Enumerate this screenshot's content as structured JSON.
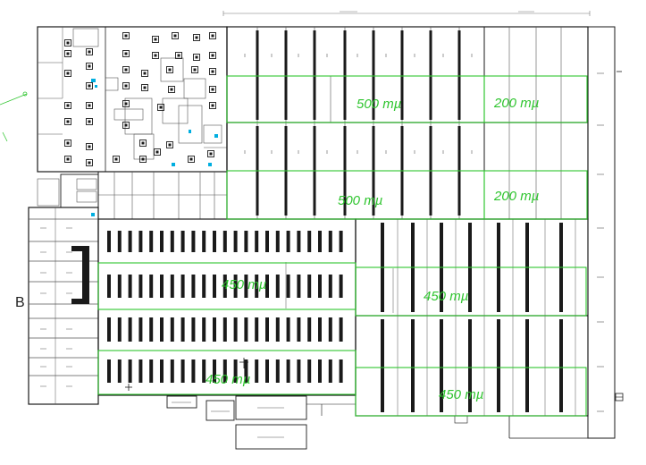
{
  "colors": {
    "line": "#1a1a1a",
    "thin": "#555555",
    "zone": "#2fc52f",
    "accent": "#00aee0",
    "background": "#ffffff"
  },
  "zones": [
    {
      "id": "zone-500-top",
      "label": "500 тµ"
    },
    {
      "id": "zone-200-top",
      "label": "200 тµ"
    },
    {
      "id": "zone-500-mid",
      "label": "500 тµ"
    },
    {
      "id": "zone-200-mid",
      "label": "200 тµ"
    },
    {
      "id": "zone-450-left-upper",
      "label": "450 тµ"
    },
    {
      "id": "zone-450-right-upper",
      "label": "450 тµ"
    },
    {
      "id": "zone-450-left-lower",
      "label": "450 тµ"
    },
    {
      "id": "zone-450-right-lower",
      "label": "450 тµ"
    }
  ],
  "side_label": "B"
}
